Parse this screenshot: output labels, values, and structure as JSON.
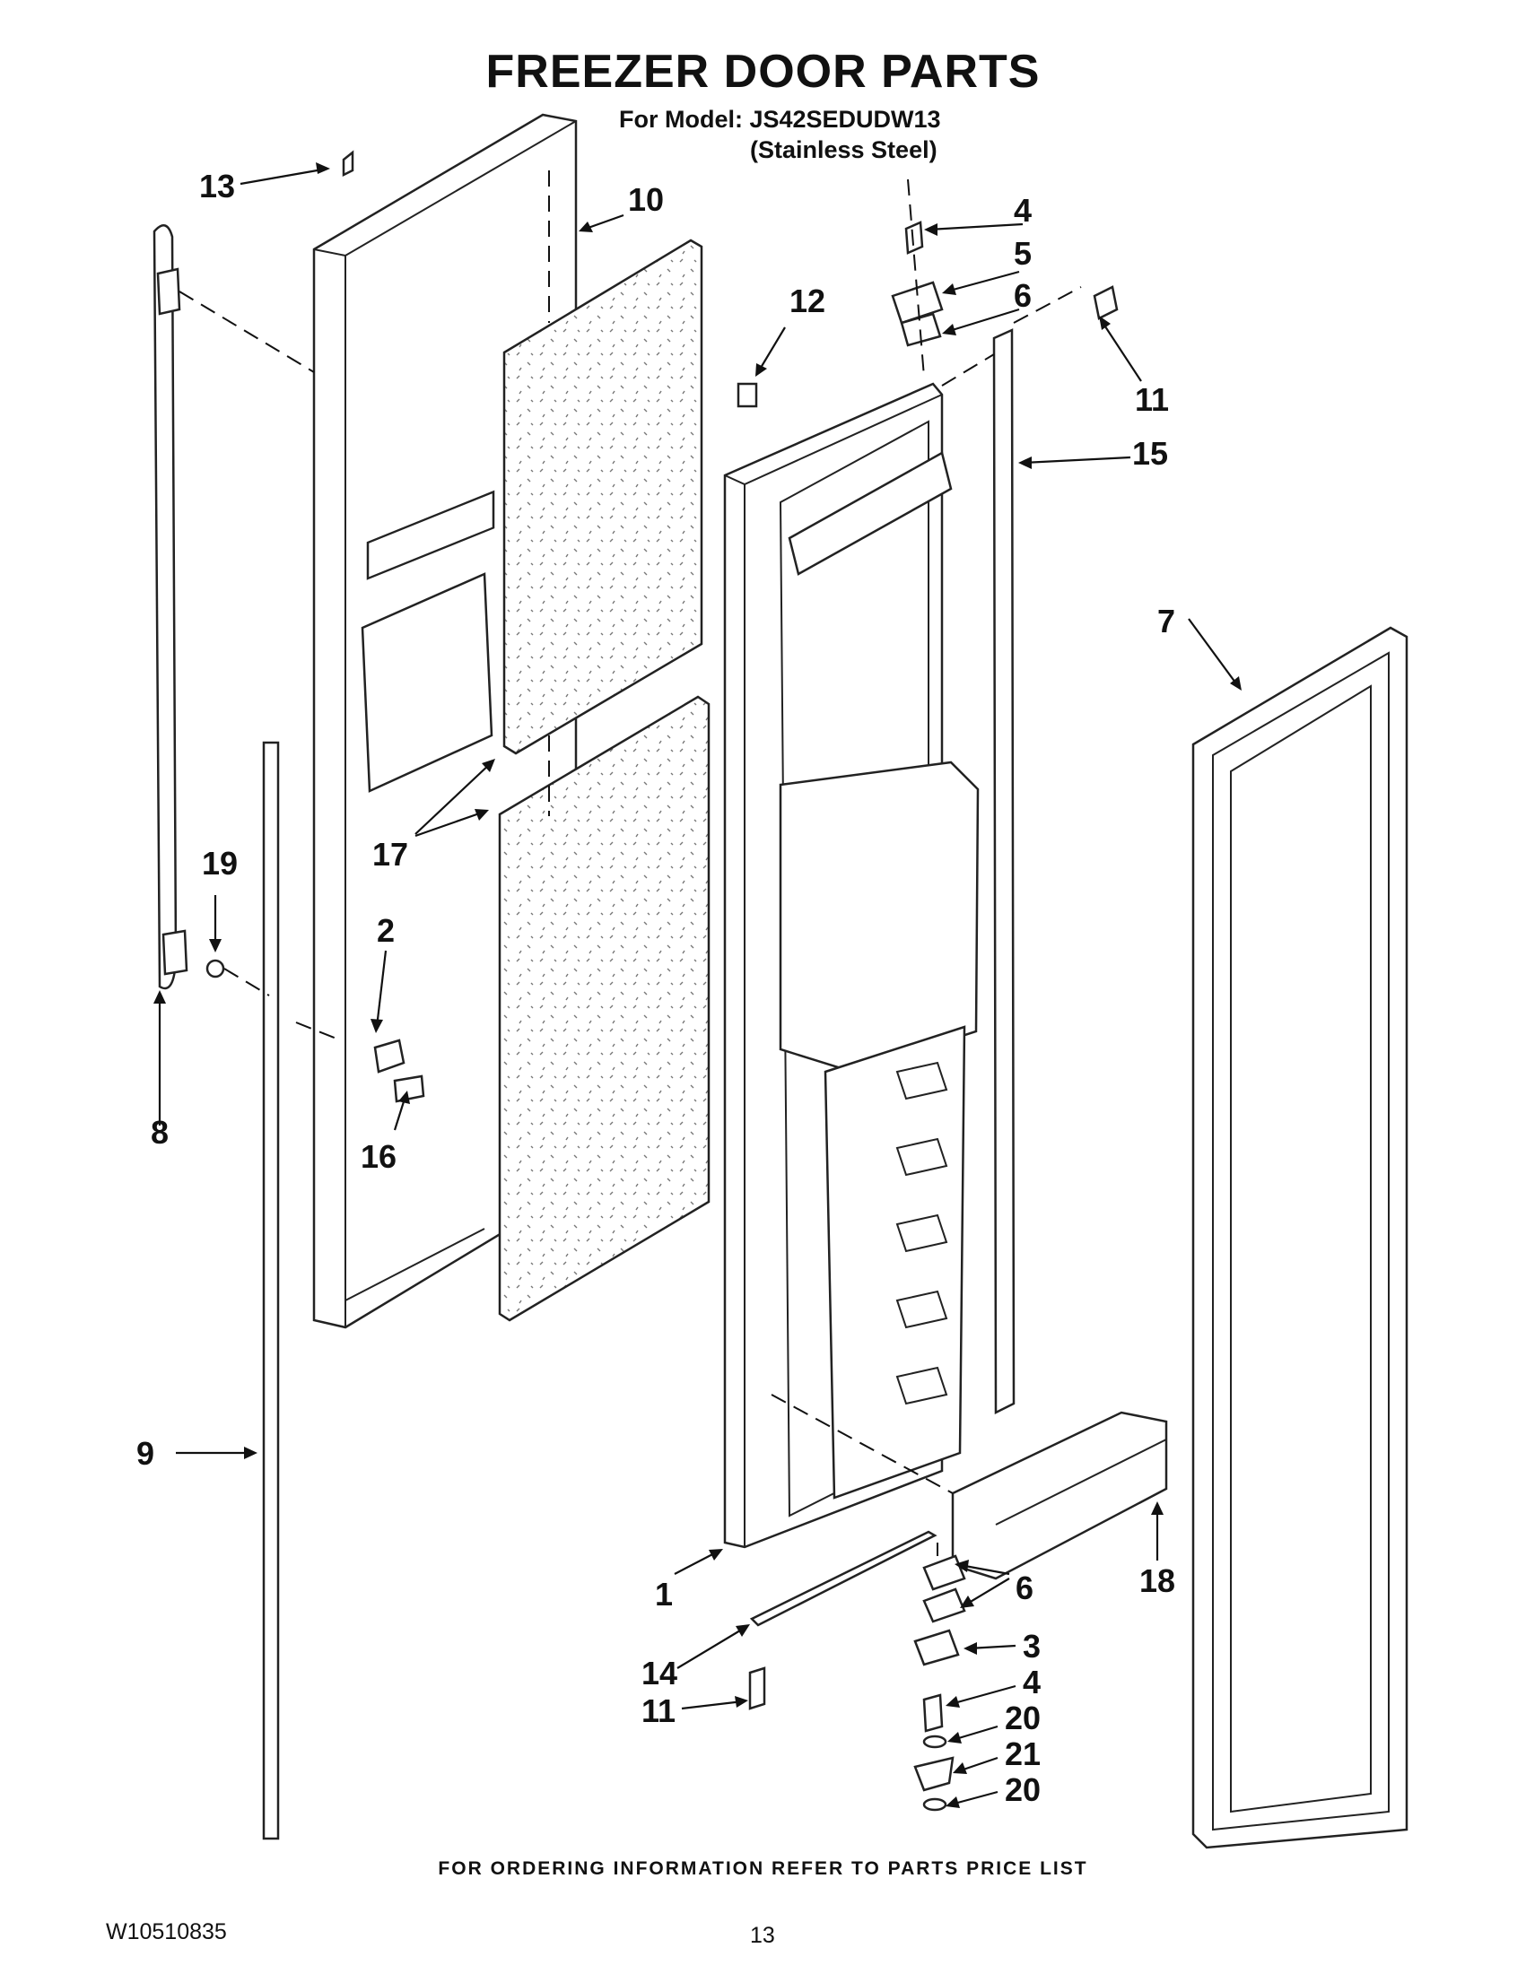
{
  "header": {
    "title": "FREEZER DOOR PARTS",
    "model_line": "For Model: JS42SEDUDW13",
    "finish_line": "(Stainless Steel)"
  },
  "footer": {
    "ordering_note": "FOR ORDERING INFORMATION REFER TO PARTS PRICE LIST",
    "document_number": "W10510835",
    "page_number": "13"
  },
  "callouts": {
    "c1": "1",
    "c2": "2",
    "c3": "3",
    "c4a": "4",
    "c4b": "4",
    "c5": "5",
    "c6a": "6",
    "c6b": "6",
    "c7": "7",
    "c8": "8",
    "c9": "9",
    "c10": "10",
    "c11a": "11",
    "c11b": "11",
    "c12": "12",
    "c13": "13",
    "c14": "14",
    "c15": "15",
    "c16": "16",
    "c17": "17",
    "c18": "18",
    "c19": "19",
    "c20a": "20",
    "c20b": "20",
    "c21": "21"
  }
}
